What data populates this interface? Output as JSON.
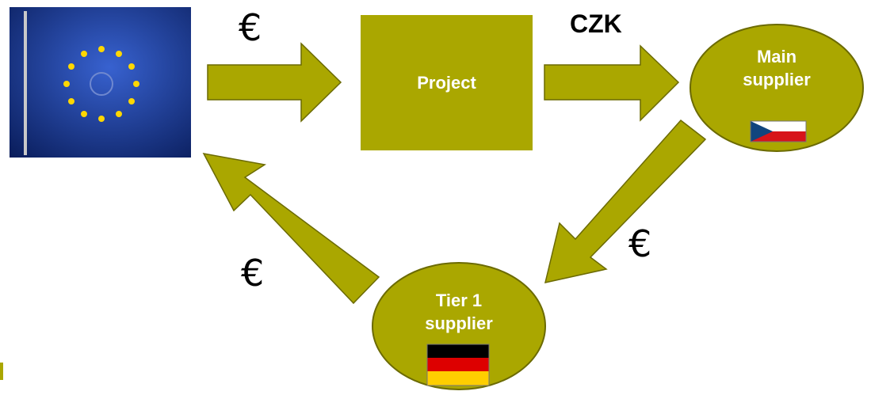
{
  "nodes": {
    "project": {
      "label": "Project"
    },
    "main_supplier": {
      "line1": "Main",
      "line2": "supplier",
      "flag": "czech-flag"
    },
    "tier1_supplier": {
      "line1": "Tier 1",
      "line2": "supplier",
      "flag": "german-flag"
    },
    "eu_flag": {
      "icon": "eu-flag-image"
    }
  },
  "edge_labels": {
    "eu_to_project": "€",
    "project_to_main": "CZK",
    "main_to_tier1": "€",
    "tier1_to_eu": "€"
  },
  "colors": {
    "accent": "#aaa700",
    "arrow_outline": "#6b6a00",
    "eu_blue": "#1d3fa0",
    "eu_star": "#ffd700"
  }
}
